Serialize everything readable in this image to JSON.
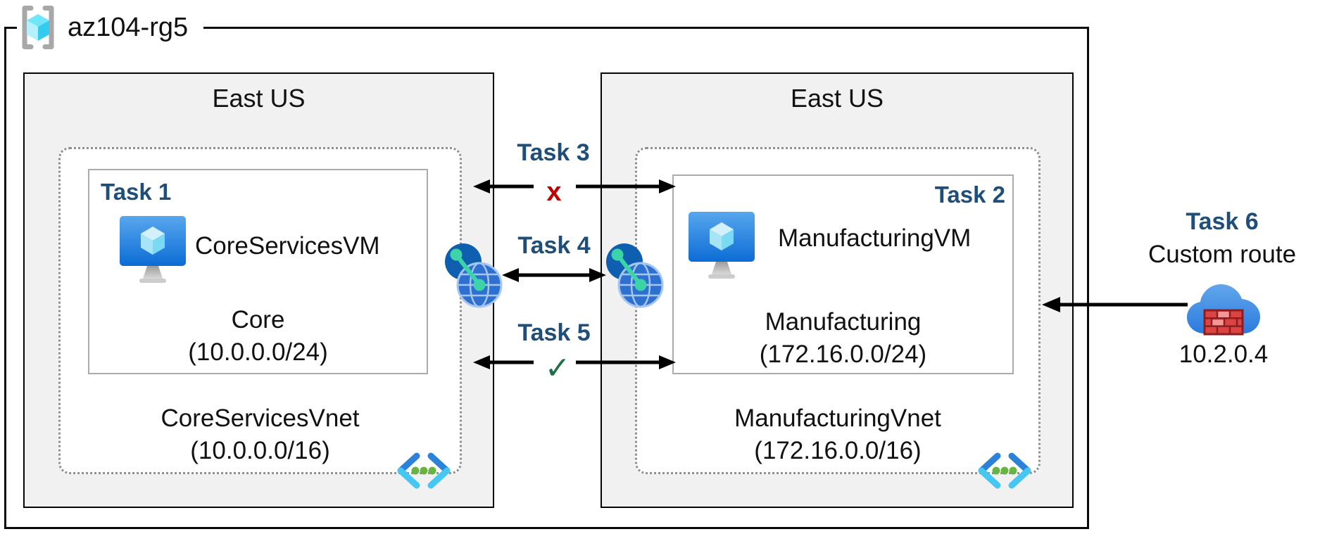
{
  "colors": {
    "navy": "#1F4E79",
    "red-x": "#C00000",
    "green-check": "#1E7145",
    "region-fill": "#F1F1F1",
    "dotted-border": "#8F8F8F",
    "subnet-border": "#ABABAB",
    "arrow": "#000000",
    "text": "#111111"
  },
  "resource_group": {
    "name": "az104-rg5",
    "icon": "resource-group-icon"
  },
  "regions": [
    {
      "title": "East US",
      "task_label": "Task 1",
      "vm_name": "CoreServicesVM",
      "vm_icon": "virtual-machine-icon",
      "subnet_name": "Core",
      "subnet_cidr": "(10.0.0.0/24)",
      "vnet_name": "CoreServicesVnet",
      "vnet_cidr": "(10.0.0.0/16)",
      "vnet_icon": "virtual-network-icon"
    },
    {
      "title": "East US",
      "task_label": "Task 2",
      "vm_name": "ManufacturingVM",
      "vm_icon": "virtual-machine-icon",
      "subnet_name": "Manufacturing",
      "subnet_cidr": "(172.16.0.0/24)",
      "vnet_name": "ManufacturingVnet",
      "vnet_cidr": "(172.16.0.0/16)",
      "vnet_icon": "virtual-network-icon"
    }
  ],
  "connections": {
    "task3": {
      "label": "Task 3",
      "marker": "x"
    },
    "task4": {
      "label": "Task 4",
      "icon": "vnet-peering-icon"
    },
    "task5": {
      "label": "Task 5",
      "marker": "✓"
    },
    "task6": {
      "label": "Task 6",
      "subtitle": "Custom route",
      "ip": "10.2.0.4",
      "icon": "cloud-firewall-icon"
    }
  }
}
